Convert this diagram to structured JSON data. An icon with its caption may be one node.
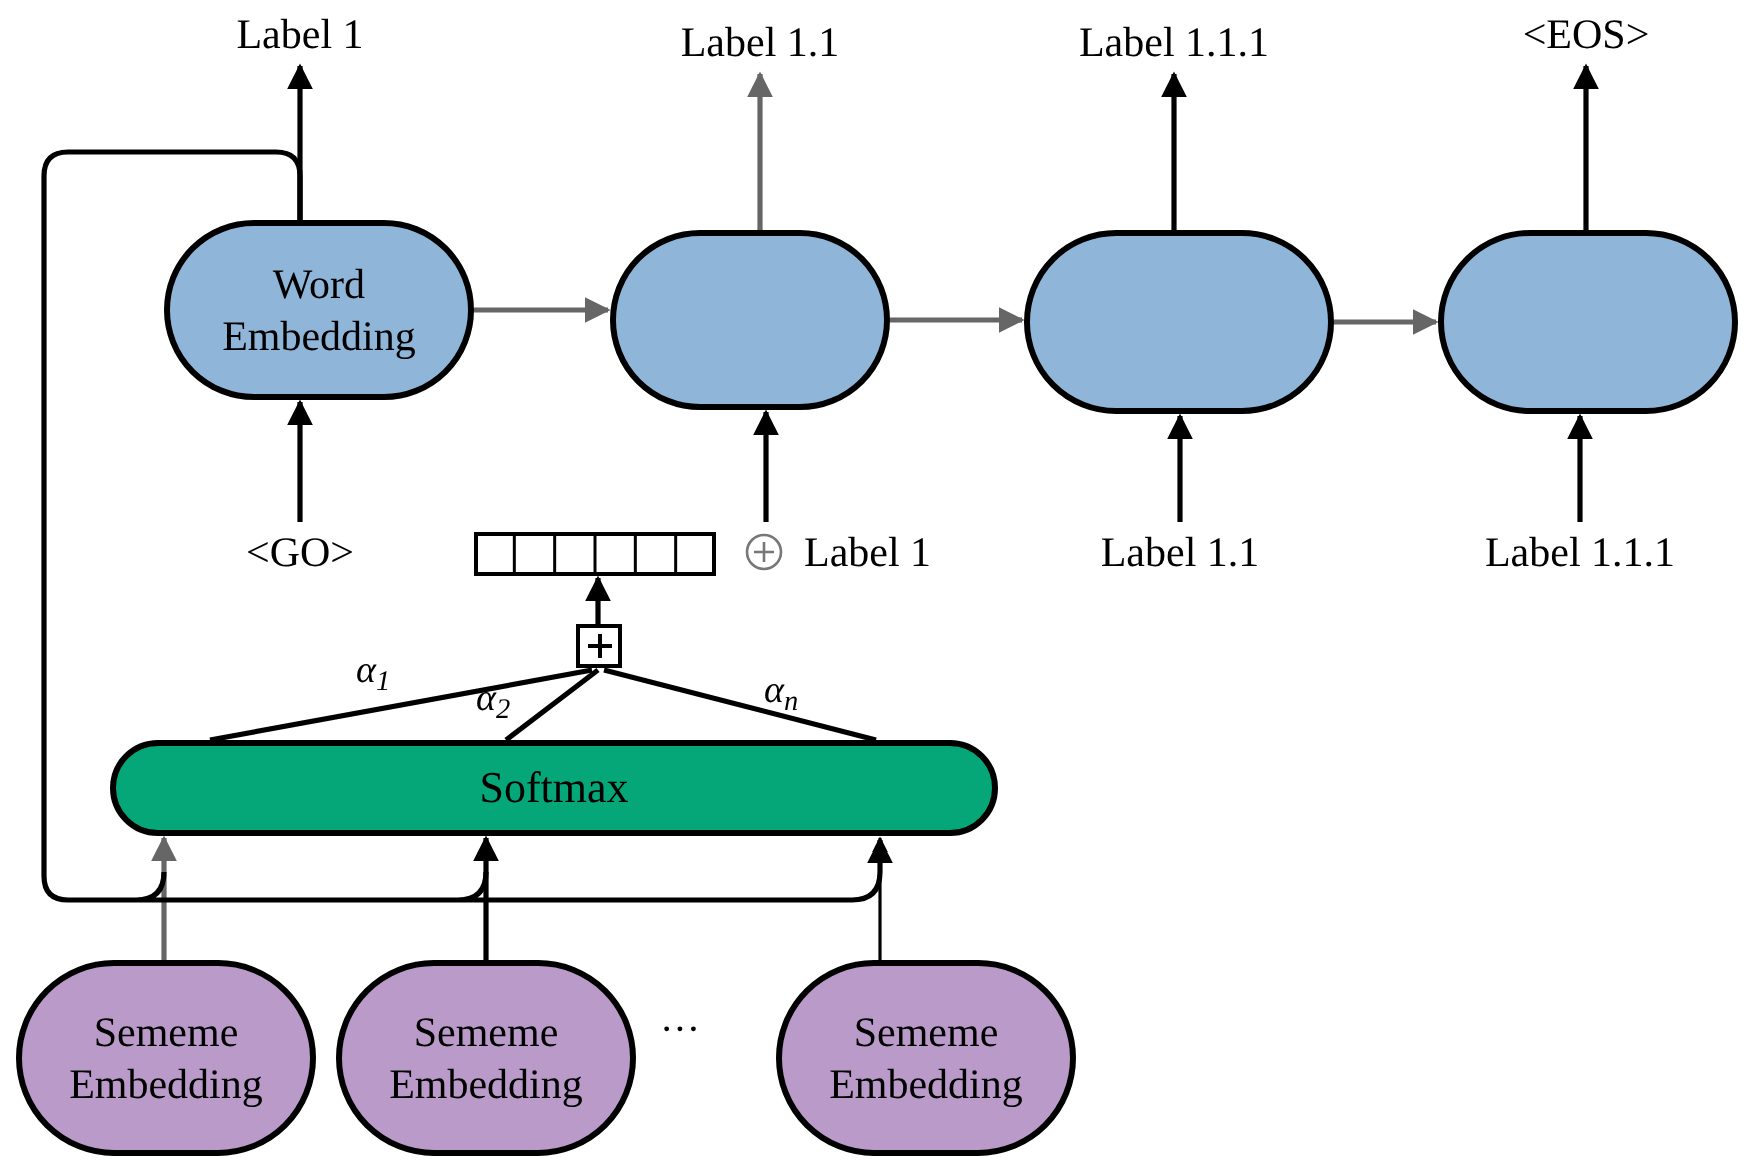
{
  "diagram": {
    "nodes": [
      {
        "text": [
          "Label 1"
        ]
      },
      {
        "text": [
          "Label 1.1"
        ]
      },
      {
        "text": [
          "Label 1.1.1"
        ]
      },
      {
        "text": [
          "<EOS>"
        ]
      },
      {
        "text": [
          "Word Embedding"
        ]
      },
      {
        "text": [],
        "shape": "box"
      },
      {
        "text": [],
        "shape": "box"
      },
      {
        "text": [],
        "shape": "box"
      },
      {
        "text": [
          "<GO>"
        ]
      },
      {
        "text": [],
        "shape": "box"
      },
      {
        "text": [
          "Label 1"
        ]
      },
      {
        "text": [
          "Label 1.1"
        ]
      },
      {
        "text": [
          "Label 1.1.1"
        ]
      },
      {
        "text": [],
        "shape": "box"
      },
      {
        "text": [
          "Softmax"
        ]
      },
      {
        "text": [
          "Sememe Embedding"
        ]
      },
      {
        "text": [
          "Sememe Embedding"
        ]
      },
      {
        "text": [
          "Sememe Embedding"
        ]
      }
    ],
    "edges": [
      {
        "from": 4,
        "to": 0,
        "arrow": "to"
      },
      {
        "from": 5,
        "to": 1,
        "arrow": "to",
        "color": "#666666"
      },
      {
        "from": 6,
        "to": 2,
        "arrow": "to"
      },
      {
        "from": 7,
        "to": 3,
        "arrow": "to"
      },
      {
        "from": 4,
        "to": 5,
        "arrow": "to",
        "color": "#666666"
      },
      {
        "from": 5,
        "to": 6,
        "arrow": "to",
        "color": "#666666"
      },
      {
        "from": 6,
        "to": 7,
        "arrow": "to",
        "color": "#666666"
      },
      {
        "from": 8,
        "to": 4,
        "arrow": "to"
      },
      {
        "from": 10,
        "to": 5,
        "arrow": "to"
      },
      {
        "from": 11,
        "to": 6,
        "arrow": "to"
      },
      {
        "from": 12,
        "to": 7,
        "arrow": "to"
      },
      {
        "from": 13,
        "to": 9,
        "arrow": "to"
      },
      {
        "from": 14,
        "to": 13,
        "arrow": "none",
        "label": "α$_{1}$"
      },
      {
        "from": 14,
        "to": 13,
        "arrow": "none",
        "label": "α$_{2}$"
      },
      {
        "from": 14,
        "to": 13,
        "arrow": "none",
        "label": "α$_{n}$"
      },
      {
        "from": 15,
        "to": 14,
        "arrow": "to",
        "color": "#666666"
      },
      {
        "from": 16,
        "to": 14,
        "arrow": "to"
      },
      {
        "from": 17,
        "to": 14,
        "arrow": "to"
      },
      {
        "from": 4,
        "to": 14,
        "arrow": "to"
      }
    ],
    "labels": [
      "···"
    ]
  }
}
